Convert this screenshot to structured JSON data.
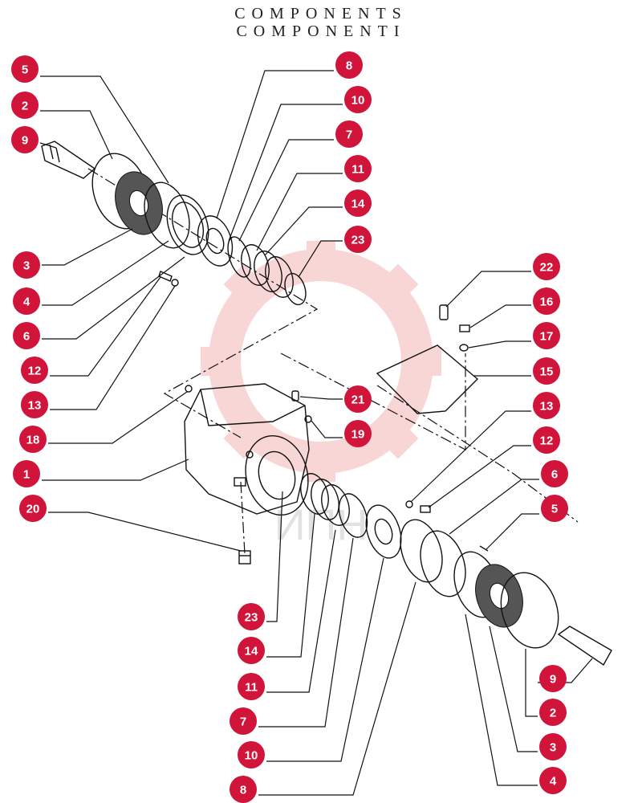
{
  "diagram": {
    "title_lines": [
      "COMPONENTS",
      "COMPONENTI"
    ],
    "badge_color": "#d0143a",
    "watermark_color": "#f5b5b5",
    "watermark_text": "ИПН",
    "callouts": [
      {
        "label": "5"
      },
      {
        "label": "2"
      },
      {
        "label": "9"
      },
      {
        "label": "3"
      },
      {
        "label": "4"
      },
      {
        "label": "6"
      },
      {
        "label": "12"
      },
      {
        "label": "13"
      },
      {
        "label": "18"
      },
      {
        "label": "1"
      },
      {
        "label": "20"
      },
      {
        "label": "8"
      },
      {
        "label": "10"
      },
      {
        "label": "7"
      },
      {
        "label": "11"
      },
      {
        "label": "14"
      },
      {
        "label": "23"
      },
      {
        "label": "22"
      },
      {
        "label": "16"
      },
      {
        "label": "17"
      },
      {
        "label": "15"
      },
      {
        "label": "21"
      },
      {
        "label": "19"
      },
      {
        "label": "13"
      },
      {
        "label": "12"
      },
      {
        "label": "6"
      },
      {
        "label": "5"
      },
      {
        "label": "23"
      },
      {
        "label": "14"
      },
      {
        "label": "11"
      },
      {
        "label": "7"
      },
      {
        "label": "10"
      },
      {
        "label": "8"
      },
      {
        "label": "9"
      },
      {
        "label": "2"
      },
      {
        "label": "3"
      },
      {
        "label": "4"
      }
    ]
  }
}
